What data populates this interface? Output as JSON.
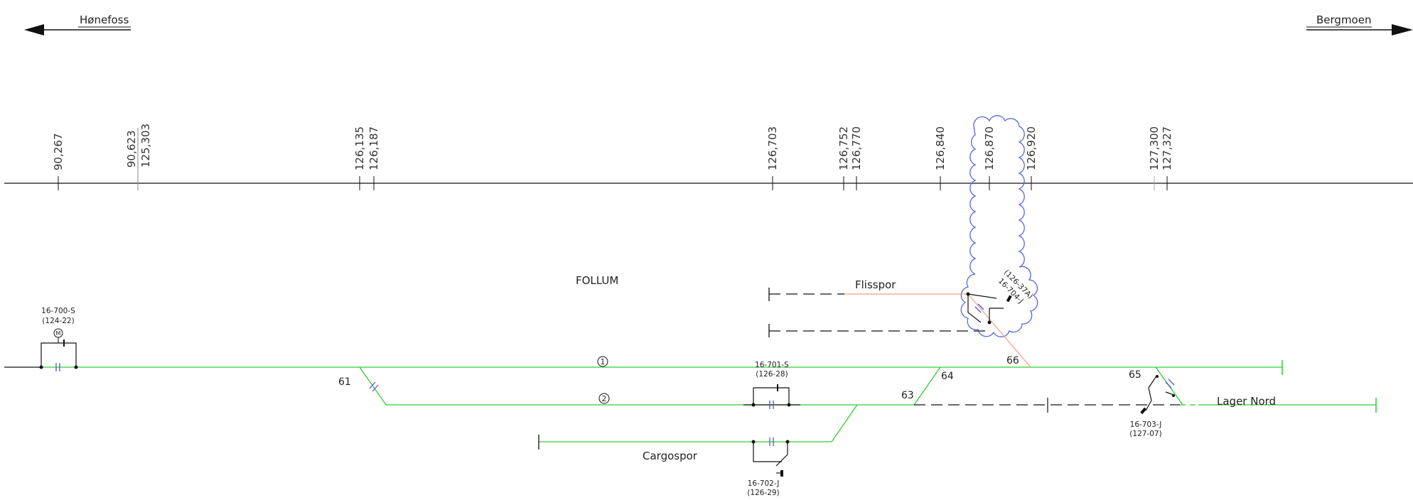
{
  "directions": {
    "left": "Hønefoss",
    "right": "Bergmoen"
  },
  "station": "FOLLUM",
  "km_posts": [
    "90,267",
    "90,623",
    "125,303",
    "126,135",
    "126,187",
    "126,703",
    "126,752",
    "126,770",
    "126,840",
    "126,870",
    "126,920",
    "127,300",
    "127,327"
  ],
  "tracks": {
    "main": "1",
    "second": "2",
    "flisspor": "Flisspor",
    "cargospor": "Cargospor",
    "lager_nord": "Lager Nord"
  },
  "switches": {
    "s61": "61",
    "s63": "63",
    "s64": "64",
    "s65": "65",
    "s66": "66"
  },
  "devices": {
    "d700": {
      "id": "16-700-S",
      "ref": "(124-22)",
      "motor": "M"
    },
    "d701": {
      "id": "16-701-S",
      "ref": "(126-28)"
    },
    "d702": {
      "id": "16-702-J",
      "ref": "(126-29)"
    },
    "d703": {
      "id": "16-703-J",
      "ref": "(127-07)"
    },
    "d704": {
      "id": "16-704-J",
      "ref": "(126-37A)"
    }
  },
  "colors": {
    "track": "#33cc33",
    "line": "#111111",
    "siding": "#f0a080",
    "cloud": "#5566dd",
    "insulator": "#5555cc"
  }
}
